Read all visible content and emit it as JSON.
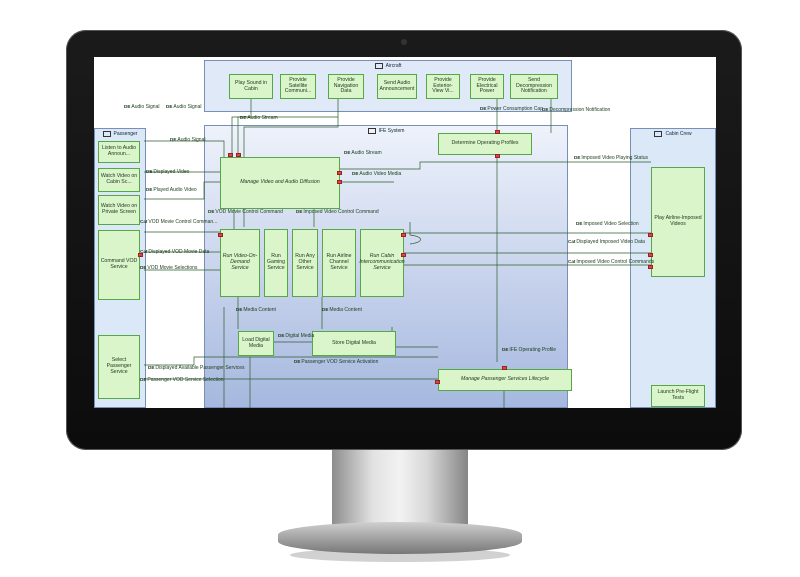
{
  "containers": {
    "aircraft": "Aircraft",
    "ife": "IFE System",
    "passenger": "Passenger",
    "cabin_crew": "Cabin Crew"
  },
  "aircraft_functions": [
    "Play Sound in Cabin",
    "Provide Satellite Communi...",
    "Provide Navigation Data",
    "Send Audio Announcement",
    "Provide Exterior-View Vi...",
    "Provide Electrical Power",
    "Send Decompression Notification"
  ],
  "passenger_functions": {
    "listen_audio": "Listen to Audio Announ...",
    "watch_cabin": "Watch Video on Cabin Sc...",
    "watch_private": "Watch Video on Private Screen",
    "command_vod": "Command VOD Service",
    "select_services": "Select Passenger Service"
  },
  "ife_functions": {
    "manage_av": "Manage Video and Audio Diffusion",
    "determine_profiles": "Determine Operating Profiles",
    "run_vod": "Run Video-On-Demand Service",
    "run_gaming": "Run Gaming Service",
    "run_any_other": "Run Any Other Service",
    "run_airline_channel": "Run Airline Channel Service",
    "run_cabin_intercom": "Run Cabin Intercommunication Service",
    "load_digital_media": "Load Digital Media",
    "store_digital_media": "Store Digital Media",
    "manage_lifecycle": "Manage Passenger Services Lifecycle"
  },
  "crew_functions": {
    "play_airline_video": "Play Airline-Imposed Videos",
    "launch_tests": "Launch Pre-Flight Tests"
  },
  "flows": {
    "audio_signal_1": "Audio Signal",
    "audio_signal_2": "Audio Signal",
    "audio_signal_3": "Audio Signal",
    "audio_stream_1": "Audio Stream",
    "audio_stream_2": "Audio Stream",
    "power_cap": "Power Consumption Cap",
    "decompression": "Decompression Notification",
    "displayed_video": "Displayed Video",
    "played_audio_video": "Played Audio Video",
    "audio_video_media": "Audio Video Media",
    "imposed_video_status": "Imposed Video Playing Status",
    "vod_movie_command": "VOD Movie Control Comman...",
    "vod_control_command": "VOD Movie Control Command",
    "imposed_control_command": "Imposed Video Control Command",
    "imposed_video_selection": "Imposed Video Selection",
    "displayed_vod_data": "Displayed VOD Movie Data",
    "vod_movie_selections": "VOD Movie Selections",
    "displayed_imposed_data": "Displayed Imposed Video Data",
    "imposed_control_commands": "Imposed Video Control Commands",
    "media_content_1": "Media Content",
    "media_content_2": "Media Content",
    "digital_media": "Digital Media",
    "ife_operating_profile": "IFE Operating Profile",
    "vod_activation": "Passenger VOD Service Activation",
    "displayed_available": "Displayed Available Passenger Services",
    "vod_selection": "Passenger VOD Service Selection"
  },
  "colors": {
    "function_fill": "#d9f5c9",
    "function_border": "#55a845",
    "port": "#d44",
    "aircraft_bg": "#dfe9f8",
    "ife_bg_top": "#e8eefa",
    "ife_bg_bottom": "#9fb3dd",
    "actor_bg": "#dbe8f7"
  }
}
